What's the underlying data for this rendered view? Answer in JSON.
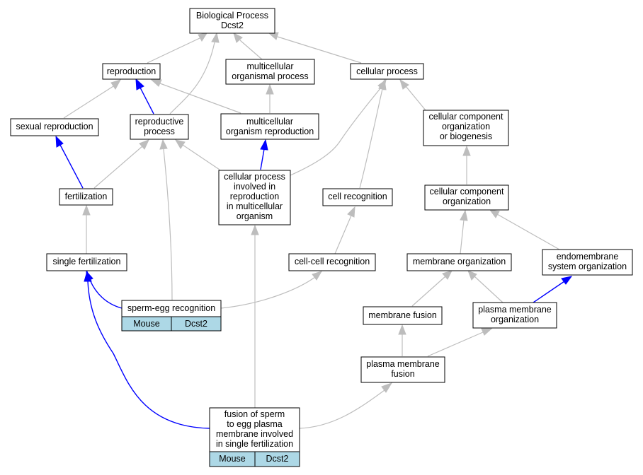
{
  "nodes": {
    "root": [
      "Biological Process",
      "Dcst2"
    ],
    "reproduction": [
      "reproduction"
    ],
    "multi_proc": [
      "multicellular",
      "organismal process"
    ],
    "cell_proc": [
      "cellular process"
    ],
    "sexual_repro": [
      "sexual reproduction"
    ],
    "repro_proc": [
      "reproductive",
      "process"
    ],
    "multi_repro": [
      "multicellular",
      "organism reproduction"
    ],
    "cc_biogenesis": [
      "cellular component",
      "organization",
      "or biogenesis"
    ],
    "fertilization": [
      "fertilization"
    ],
    "cell_proc_repro": [
      "cellular process",
      "involved in",
      "reproduction",
      "in multicellular",
      "organism"
    ],
    "cell_recog": [
      "cell recognition"
    ],
    "cc_org": [
      "cellular component",
      "organization"
    ],
    "single_fert": [
      "single fertilization"
    ],
    "cc_recog": [
      "cell-cell recognition"
    ],
    "membrane_org": [
      "membrane organization"
    ],
    "endomembrane": [
      "endomembrane",
      "system organization"
    ],
    "sperm_egg": [
      "sperm-egg recognition"
    ],
    "membrane_fusion": [
      "membrane fusion"
    ],
    "pm_org": [
      "plasma membrane",
      "organization"
    ],
    "pm_fusion": [
      "plasma membrane",
      "fusion"
    ],
    "fusion_sperm": [
      "fusion of sperm",
      "to egg plasma",
      "membrane involved",
      "in single fertilization"
    ]
  },
  "annotations": {
    "sperm_egg": [
      "Mouse",
      "Dcst2"
    ],
    "fusion_sperm": [
      "Mouse",
      "Dcst2"
    ]
  },
  "colors": {
    "edge_is_a": "#bdbdbd",
    "edge_part_of": "#0000ff",
    "annotation_cell": "#add8e6"
  }
}
